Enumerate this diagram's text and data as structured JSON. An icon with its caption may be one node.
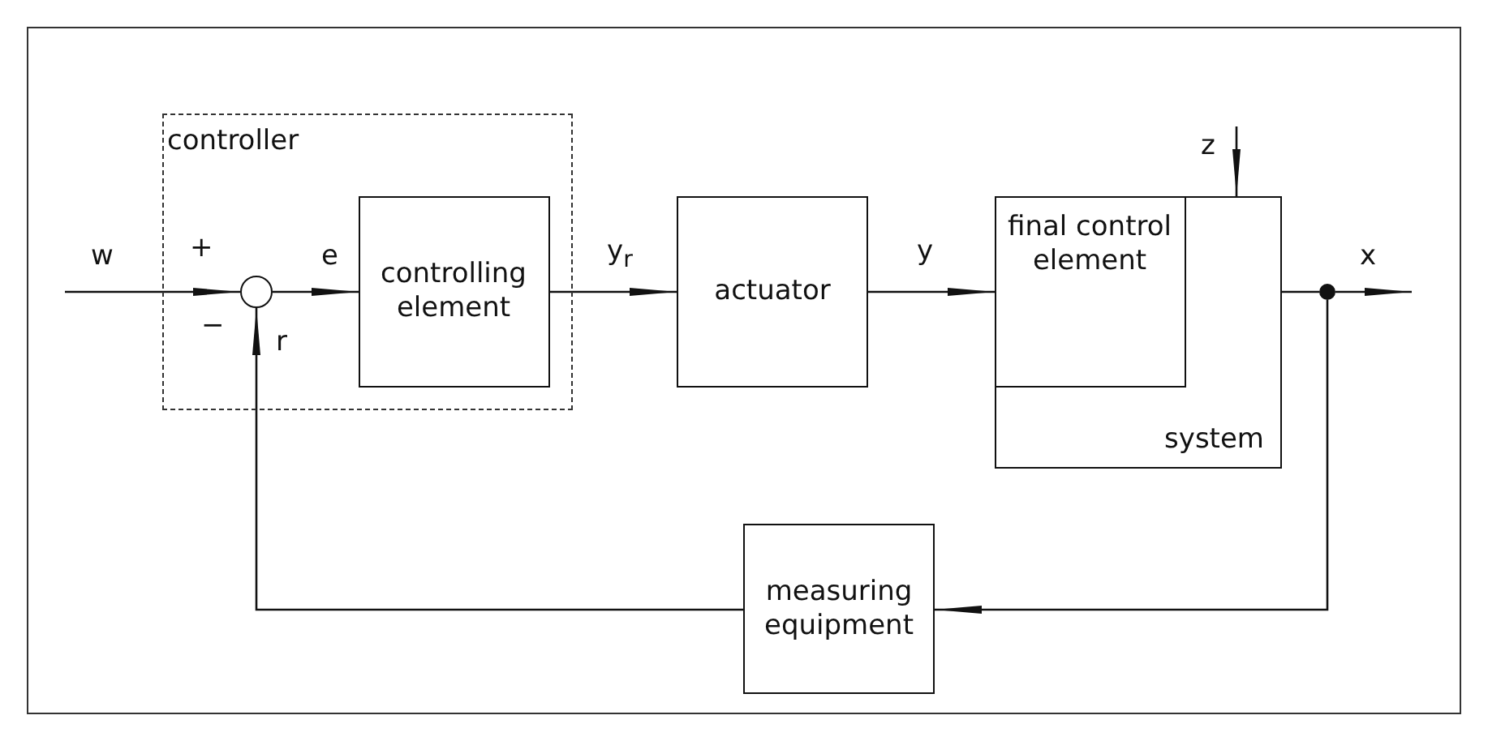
{
  "diagram": {
    "nodes": [
      {
        "text": [
          "controller"
        ]
      },
      {
        "text": [],
        "shape": "circle",
        "in": 0
      },
      {
        "text": [
          "controlling element"
        ],
        "in": 0
      },
      {
        "text": [
          "actuator"
        ]
      },
      {
        "text": [
          "system"
        ]
      },
      {
        "text": [
          "final control element"
        ],
        "in": 4
      },
      {
        "text": [
          "measuring equipment"
        ]
      },
      {
        "text": [],
        "shape": "dot"
      }
    ],
    "edges": [
      {
        "from": null,
        "to": 1,
        "arrow": "to",
        "label": "w"
      },
      {
        "from": 1,
        "to": 2,
        "arrow": "to",
        "label": "e"
      },
      {
        "from": 2,
        "to": 3,
        "arrow": "to",
        "label": "y$_{r}$"
      },
      {
        "from": 3,
        "to": 5,
        "arrow": "to",
        "label": "y"
      },
      {
        "from": null,
        "to": 4,
        "arrow": "to",
        "label": "z"
      },
      {
        "from": 4,
        "to": 7,
        "arrow": "none"
      },
      {
        "from": 7,
        "to": null,
        "arrow": "to",
        "label": "x"
      },
      {
        "from": 7,
        "to": 6,
        "arrow": "to"
      },
      {
        "from": 6,
        "to": 1,
        "arrow": "to",
        "label": "r"
      }
    ],
    "labels": [
      "+",
      "−"
    ]
  }
}
